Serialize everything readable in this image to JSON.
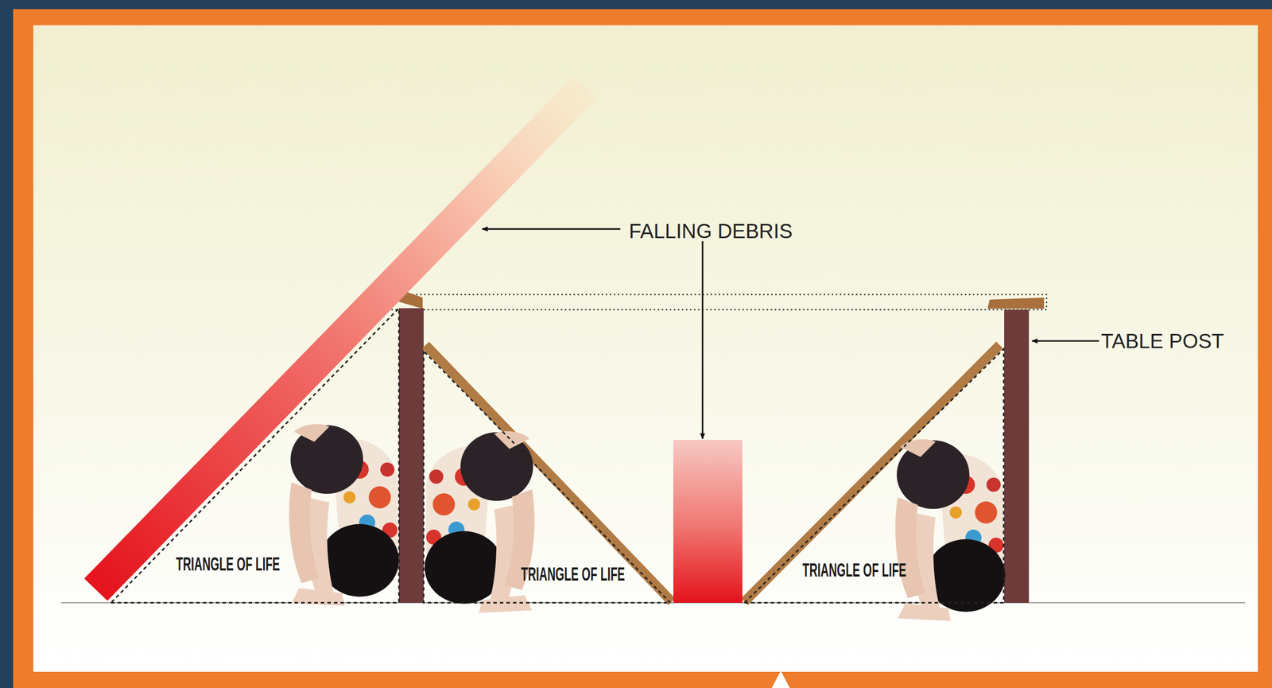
{
  "diagram": {
    "nodes": [
      {
        "text": [
          "TRIANGLE OF LIFE"
        ]
      },
      {
        "text": [
          "TRIANGLE OF LIFE"
        ]
      },
      {
        "text": [
          "TRIANGLE OF LIFE"
        ]
      }
    ],
    "labels": [
      "FALLING DEBRIS",
      "TABLE POST"
    ]
  }
}
